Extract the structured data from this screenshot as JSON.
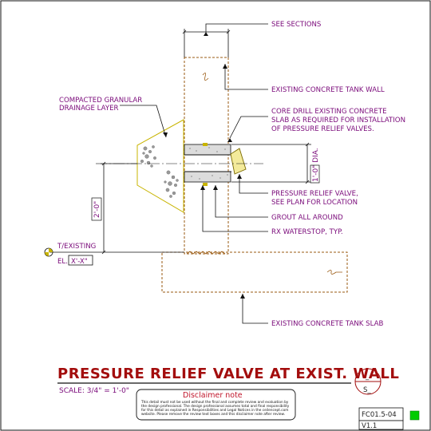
{
  "drawing": {
    "labels": {
      "see_sections": "SEE SECTIONS",
      "existing_wall": "EXISTING CONCRETE TANK WALL",
      "drainage_1": "COMPACTED GRANULAR",
      "drainage_2": "DRAINAGE LAYER",
      "core_drill_1": "CORE DRILL EXISTING CONCRETE",
      "core_drill_2": "SLAB AS REQUIRED FOR INSTALLATION",
      "core_drill_3": "OF PRESSURE RELIEF VALVES.",
      "valve_1": "PRESSURE RELIEF VALVE,",
      "valve_2": "SEE PLAN FOR LOCATION",
      "grout": "GROUT ALL AROUND",
      "waterstop": "RX WATERSTOP, TYP.",
      "existing_slab": "EXISTING CONCRETE TANK SLAB",
      "t_existing": "T/EXISTING",
      "el_prefix": "EL.",
      "el_value": "X'-X\""
    },
    "dimensions": {
      "dia": "1'-0\" DIA.",
      "height": "2'-0\""
    }
  },
  "title_block": {
    "title": "PRESSURE RELIEF VALVE AT EXIST. WALL",
    "scale": "SCALE: 3/4\" = 1'-0\"",
    "section_top": "_",
    "section_bottom": "S_",
    "disclaimer_title": "Disclaimer note",
    "disclaimer_lines": [
      "This detail must not be used without the final and complete review and evaluation by",
      "the design professional. The design professional assumes total and final responsibility",
      "for this detail as explained in Responsibilities and Legal Notices in the ceilencept.com",
      "website. Please remove the review text boxes and this disclaimer note after review."
    ],
    "sheet_id": "FC01.5-04",
    "version": "V1.1"
  },
  "colors": {
    "label": "#7a0a7a",
    "title": "#a30d0d",
    "concrete_outline": "#9a5a12",
    "drainage_outline": "#c8b400",
    "status_square": "#00cc00"
  }
}
